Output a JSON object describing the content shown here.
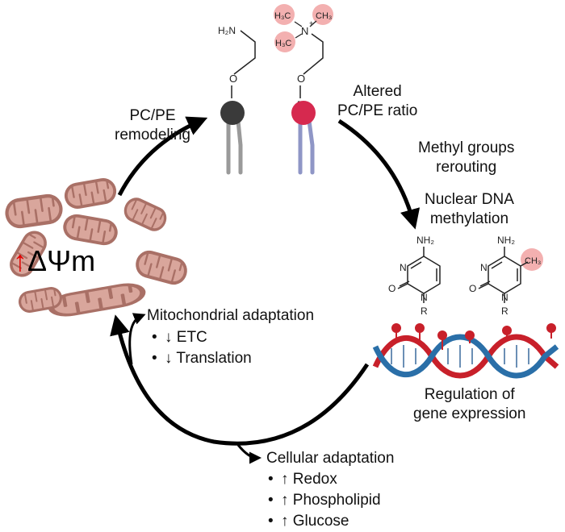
{
  "labels": {
    "pc_pe_remodeling": [
      "PC/PE",
      "remodeling"
    ],
    "altered_ratio": [
      "Altered",
      "PC/PE ratio"
    ],
    "methyl_rerouting": [
      "Methyl groups",
      "rerouting"
    ],
    "nuclear_dna": [
      "Nuclear DNA",
      "methylation"
    ],
    "regulation": [
      "Regulation of",
      "gene expression"
    ],
    "delta_psi_arrow": "↑",
    "delta_psi": "ΔΨm"
  },
  "mito_adaptation": {
    "title": "Mitochondrial adaptation",
    "items": [
      "↓ ETC",
      "↓ Translation"
    ]
  },
  "cell_adaptation": {
    "title": "Cellular adaptation",
    "items": [
      "↑ Redox",
      "↑ Phospholipid",
      "↑ Glucose"
    ]
  },
  "chem": {
    "pe_amine": "H₂N",
    "o": "O",
    "r": "R",
    "n_plus": "N",
    "plus": "+",
    "methyl_h3c": "H₃C",
    "methyl_ch3": "CH₃",
    "nh2": "NH₂",
    "n": "N"
  },
  "colors": {
    "pe_head": "#3a3a3a",
    "pc_head": "#d6294f",
    "pe_tail": "#9a9a9a",
    "pc_tail": "#8f96c6",
    "methyl_highlight": "#f3b0b0",
    "mito_outer": "#a97066",
    "mito_fill": "#d9a69c",
    "dna_red": "#c8202a",
    "dna_blue": "#2a6fa8",
    "arrow": "#000000",
    "delta_arrow": "#e10000"
  }
}
